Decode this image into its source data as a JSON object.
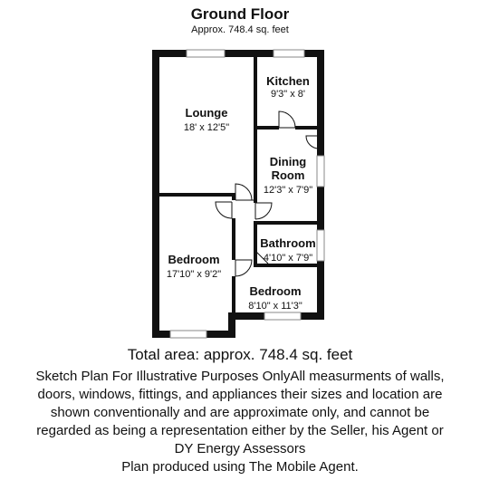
{
  "header": {
    "title": "Ground Floor",
    "subtitle": "Approx. 748.4 sq. feet"
  },
  "rooms": {
    "lounge": {
      "name": "Lounge",
      "dims": "18' x 12'5\""
    },
    "kitchen": {
      "name": "Kitchen",
      "dims": "9'3\" x 8'"
    },
    "dining": {
      "name_line1": "Dining",
      "name_line2": "Room",
      "dims": "12'3\" x 7'9\""
    },
    "bathroom": {
      "name": "Bathroom",
      "dims": "4'10\" x 7'9\""
    },
    "bedroom1": {
      "name": "Bedroom",
      "dims": "17'10\" x 9'2\""
    },
    "bedroom2": {
      "name": "Bedroom",
      "dims": "8'10\" x 11'3\""
    }
  },
  "footer": {
    "total_area": "Total area: approx. 748.4 sq. feet",
    "disclaimer_lines": [
      "Sketch Plan For Illustrative Purposes OnlyAll measurments of walls,",
      "doors, windows, fittings, and appliances their sizes and location are",
      "shown conventionally and are approximate only, and cannot be",
      "regarded as being a representation either by the Seller, his Agent or",
      "DY Energy Assessors",
      "Plan produced using The Mobile Agent."
    ]
  },
  "colors": {
    "wall": "#111111",
    "window": "#ffffff",
    "window_line": "#888888"
  }
}
